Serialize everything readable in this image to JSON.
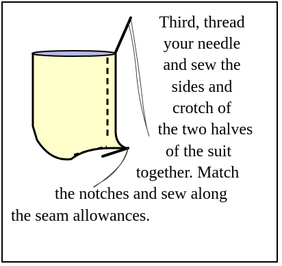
{
  "instruction": {
    "lines": [
      "Third, thread",
      "your needle",
      "and sew the",
      "sides and",
      "crotch of",
      "the two halves",
      "of the suit",
      "together. Match",
      "the notches and sew along",
      "the seam allowances."
    ]
  },
  "colors": {
    "fabric": "#ffffcc",
    "waistband": "#b7b7e8",
    "stroke": "#000000"
  },
  "icons": {
    "needle": "sewing-needle-icon",
    "thread": "thread-icon"
  }
}
